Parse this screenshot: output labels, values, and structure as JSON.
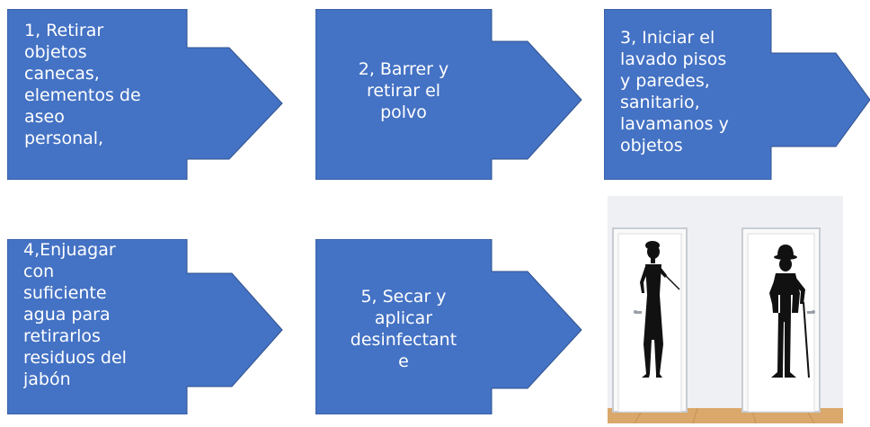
{
  "steps": [
    {
      "id": 1,
      "text": "1, Retirar\nobjetos\ncanecas,\nelementos de\naseo\npersonal,"
    },
    {
      "id": 2,
      "text": "2, Barrer y\nretirar el\npolvo"
    },
    {
      "id": 3,
      "text": "3, Iniciar el\nlavado pisos\ny paredes,\nsanitario,\nlavamanos y\nobjetos"
    },
    {
      "id": 4,
      "text": "4,Enjuagar\ncon\nsuficiente\nagua para\nretirarlos\nresiduos del\njabón"
    },
    {
      "id": 5,
      "text": "5, Secar y\naplicar\ndesinfectant\ne"
    }
  ],
  "colors": {
    "arrow_fill": "#4472C4",
    "arrow_stroke": "#2F528F",
    "text": "#FFFFFF",
    "wall": "#EEF0F3",
    "floor": "#D9A86A",
    "door": "#FFFFFF"
  },
  "illustration": {
    "description_icon": "restroom-doors-icon"
  }
}
